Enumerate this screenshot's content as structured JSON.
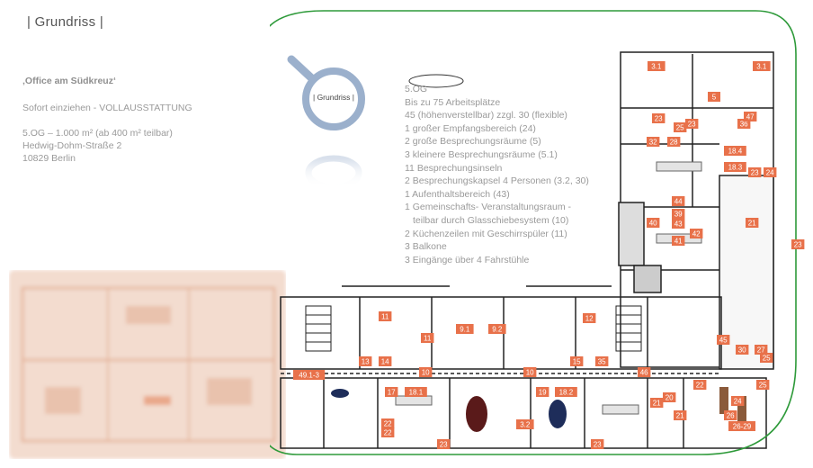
{
  "header": {
    "title": "| Grundriss |"
  },
  "property": {
    "name": "‚Office am Südkreuz‘",
    "tagline": "Sofort einziehen - VOLLAUSSTATTUNG",
    "area": "5.OG –  1.000 m² (ab 400 m² teilbar)",
    "street": "Hedwig-Dohm-Straße 2",
    "city": "10829 Berlin"
  },
  "magnifier": {
    "label": "| Grundriss |",
    "icon": "magnifier-icon"
  },
  "features": {
    "floor": "5.OG",
    "lines": [
      "Bis zu 75 Arbeitsplätze",
      "45 (höhenverstellbar) zzgl. 30 (flexible)",
      "1 großer Empfangsbereich (24)",
      "2 große Besprechungsräume (5)",
      "3 kleinere Besprechungsräume (5.1)",
      "11 Besprechungsinseln",
      "2 Besprechungskapsel 4 Personen (3.2, 30)",
      "1 Aufenthaltsbereich (43)",
      "1 Gemeinschafts- Veranstaltungsraum -",
      "teilbar durch Glasschiebesystem (10)",
      "2 Küchenzeilen mit Geschirrspüler (11)",
      "3 Balkone",
      "3 Eingänge über 4 Fahrstühle"
    ]
  },
  "colors": {
    "highlight_border": "#2e9a3a",
    "room_label_bg": "#e8714a",
    "wall": "#222222",
    "magnifier": "#9bb0cc",
    "ghost_plan": "#f1d5c5"
  },
  "plan_labels": [
    {
      "t": "3.1"
    },
    {
      "t": "3.1"
    },
    {
      "t": "5"
    },
    {
      "t": "23"
    },
    {
      "t": "23"
    },
    {
      "t": "25"
    },
    {
      "t": "36"
    },
    {
      "t": "47"
    },
    {
      "t": "32"
    },
    {
      "t": "28"
    },
    {
      "t": "18.4"
    },
    {
      "t": "18.3"
    },
    {
      "t": "23"
    },
    {
      "t": "24"
    },
    {
      "t": "44"
    },
    {
      "t": "39"
    },
    {
      "t": "43"
    },
    {
      "t": "40"
    },
    {
      "t": "41"
    },
    {
      "t": "42"
    },
    {
      "t": "21"
    },
    {
      "t": "23"
    },
    {
      "t": "11"
    },
    {
      "t": "11"
    },
    {
      "t": "9.1"
    },
    {
      "t": "9.2"
    },
    {
      "t": "12"
    },
    {
      "t": "45"
    },
    {
      "t": "30"
    },
    {
      "t": "27"
    },
    {
      "t": "25"
    },
    {
      "t": "49.1-3"
    },
    {
      "t": "10"
    },
    {
      "t": "10"
    },
    {
      "t": "46"
    },
    {
      "t": "15"
    },
    {
      "t": "35"
    },
    {
      "t": "13"
    },
    {
      "t": "14"
    },
    {
      "t": "17"
    },
    {
      "t": "18.1"
    },
    {
      "t": "19"
    },
    {
      "t": "18.2"
    },
    {
      "t": "21"
    },
    {
      "t": "22"
    },
    {
      "t": "3.2"
    },
    {
      "t": "26"
    },
    {
      "t": "24"
    },
    {
      "t": "26-29"
    },
    {
      "t": "22"
    },
    {
      "t": "22"
    },
    {
      "t": "23"
    },
    {
      "t": "20"
    },
    {
      "t": "21"
    },
    {
      "t": "25"
    },
    {
      "t": "23"
    }
  ]
}
